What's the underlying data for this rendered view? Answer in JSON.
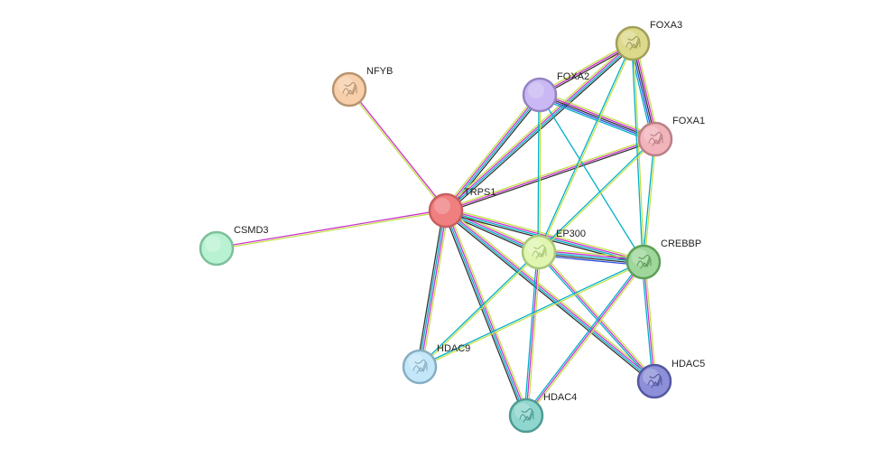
{
  "network": {
    "nodes": [
      {
        "id": "TRPS1",
        "label": "TRPS1",
        "fill": "#f07f80",
        "stroke": "#c85e60",
        "icon": "none"
      },
      {
        "id": "NFYB",
        "label": "NFYB",
        "fill": "#f7cfaa",
        "stroke": "#b89470",
        "icon": "protein-structure-icon"
      },
      {
        "id": "FOXA2",
        "label": "FOXA2",
        "fill": "#c9b8f3",
        "stroke": "#9384c3",
        "icon": "none"
      },
      {
        "id": "FOXA3",
        "label": "FOXA3",
        "fill": "#dcd98a",
        "stroke": "#a19f5a",
        "icon": "protein-structure-icon"
      },
      {
        "id": "FOXA1",
        "label": "FOXA1",
        "fill": "#f2b4bb",
        "stroke": "#bb7f86",
        "icon": "protein-structure-icon"
      },
      {
        "id": "CSMD3",
        "label": "CSMD3",
        "fill": "#b9f2d3",
        "stroke": "#7cbf99",
        "icon": "none"
      },
      {
        "id": "EP300",
        "label": "EP300",
        "fill": "#e0f5b0",
        "stroke": "#a7c779",
        "icon": "protein-structure-icon"
      },
      {
        "id": "CREBBP",
        "label": "CREBBP",
        "fill": "#9fd69b",
        "stroke": "#5c9f57",
        "icon": "protein-structure-icon"
      },
      {
        "id": "HDAC9",
        "label": "HDAC9",
        "fill": "#c3e6f8",
        "stroke": "#86aec3",
        "icon": "protein-structure-icon"
      },
      {
        "id": "HDAC4",
        "label": "HDAC4",
        "fill": "#8fd7ce",
        "stroke": "#4f9b93",
        "icon": "protein-structure-icon"
      },
      {
        "id": "HDAC5",
        "label": "HDAC5",
        "fill": "#8d90d8",
        "stroke": "#5457a2",
        "icon": "protein-structure-icon"
      }
    ],
    "edges": [
      {
        "a": "TRPS1",
        "b": "NFYB",
        "colors": [
          "#c4e04a",
          "#cc33cc"
        ]
      },
      {
        "a": "TRPS1",
        "b": "CSMD3",
        "colors": [
          "#c4e04a",
          "#cc33cc"
        ]
      },
      {
        "a": "TRPS1",
        "b": "FOXA2",
        "colors": [
          "#c4e04a",
          "#cc33cc",
          "#00b0c8",
          "#333333"
        ]
      },
      {
        "a": "TRPS1",
        "b": "FOXA3",
        "colors": [
          "#c4e04a",
          "#cc33cc",
          "#00b0c8",
          "#333333"
        ]
      },
      {
        "a": "TRPS1",
        "b": "FOXA1",
        "colors": [
          "#c4e04a",
          "#cc33cc",
          "#333333"
        ]
      },
      {
        "a": "TRPS1",
        "b": "EP300",
        "colors": [
          "#c4e04a",
          "#cc33cc",
          "#00b0c8",
          "#333333"
        ]
      },
      {
        "a": "TRPS1",
        "b": "CREBBP",
        "colors": [
          "#c4e04a",
          "#cc33cc",
          "#00b0c8",
          "#333333"
        ]
      },
      {
        "a": "TRPS1",
        "b": "HDAC9",
        "colors": [
          "#c4e04a",
          "#cc33cc",
          "#00b0c8",
          "#333333"
        ]
      },
      {
        "a": "TRPS1",
        "b": "HDAC4",
        "colors": [
          "#c4e04a",
          "#cc33cc",
          "#00b0c8",
          "#333333"
        ]
      },
      {
        "a": "TRPS1",
        "b": "HDAC5",
        "colors": [
          "#c4e04a",
          "#cc33cc",
          "#00b0c8",
          "#333333"
        ]
      },
      {
        "a": "FOXA2",
        "b": "FOXA3",
        "colors": [
          "#c4e04a",
          "#cc33cc",
          "#333333"
        ]
      },
      {
        "a": "FOXA2",
        "b": "FOXA1",
        "colors": [
          "#c4e04a",
          "#cc33cc",
          "#333333",
          "#3050e0",
          "#00b0c8"
        ]
      },
      {
        "a": "FOXA2",
        "b": "EP300",
        "colors": [
          "#c4e04a",
          "#00b0c8"
        ]
      },
      {
        "a": "FOXA2",
        "b": "CREBBP",
        "colors": [
          "#00b0c8"
        ]
      },
      {
        "a": "FOXA3",
        "b": "FOXA1",
        "colors": [
          "#c4e04a",
          "#cc33cc",
          "#333333",
          "#3050e0",
          "#00b0c8"
        ]
      },
      {
        "a": "FOXA3",
        "b": "EP300",
        "colors": [
          "#c4e04a",
          "#00b0c8"
        ]
      },
      {
        "a": "FOXA3",
        "b": "CREBBP",
        "colors": [
          "#c4e04a",
          "#00b0c8"
        ]
      },
      {
        "a": "FOXA1",
        "b": "EP300",
        "colors": [
          "#c4e04a",
          "#00b0c8"
        ]
      },
      {
        "a": "FOXA1",
        "b": "CREBBP",
        "colors": [
          "#c4e04a",
          "#00b0c8"
        ]
      },
      {
        "a": "EP300",
        "b": "CREBBP",
        "colors": [
          "#c4e04a",
          "#cc33cc",
          "#00b0c8",
          "#333333",
          "#3050e0"
        ]
      },
      {
        "a": "EP300",
        "b": "HDAC9",
        "colors": [
          "#c4e04a",
          "#00b0c8"
        ]
      },
      {
        "a": "EP300",
        "b": "HDAC4",
        "colors": [
          "#c4e04a",
          "#cc33cc",
          "#00b0c8"
        ]
      },
      {
        "a": "EP300",
        "b": "HDAC5",
        "colors": [
          "#c4e04a",
          "#cc33cc",
          "#00b0c8"
        ]
      },
      {
        "a": "CREBBP",
        "b": "HDAC9",
        "colors": [
          "#c4e04a",
          "#00b0c8"
        ]
      },
      {
        "a": "CREBBP",
        "b": "HDAC4",
        "colors": [
          "#c4e04a",
          "#cc33cc",
          "#00b0c8"
        ]
      },
      {
        "a": "CREBBP",
        "b": "HDAC5",
        "colors": [
          "#c4e04a",
          "#cc33cc",
          "#00b0c8"
        ]
      }
    ]
  }
}
